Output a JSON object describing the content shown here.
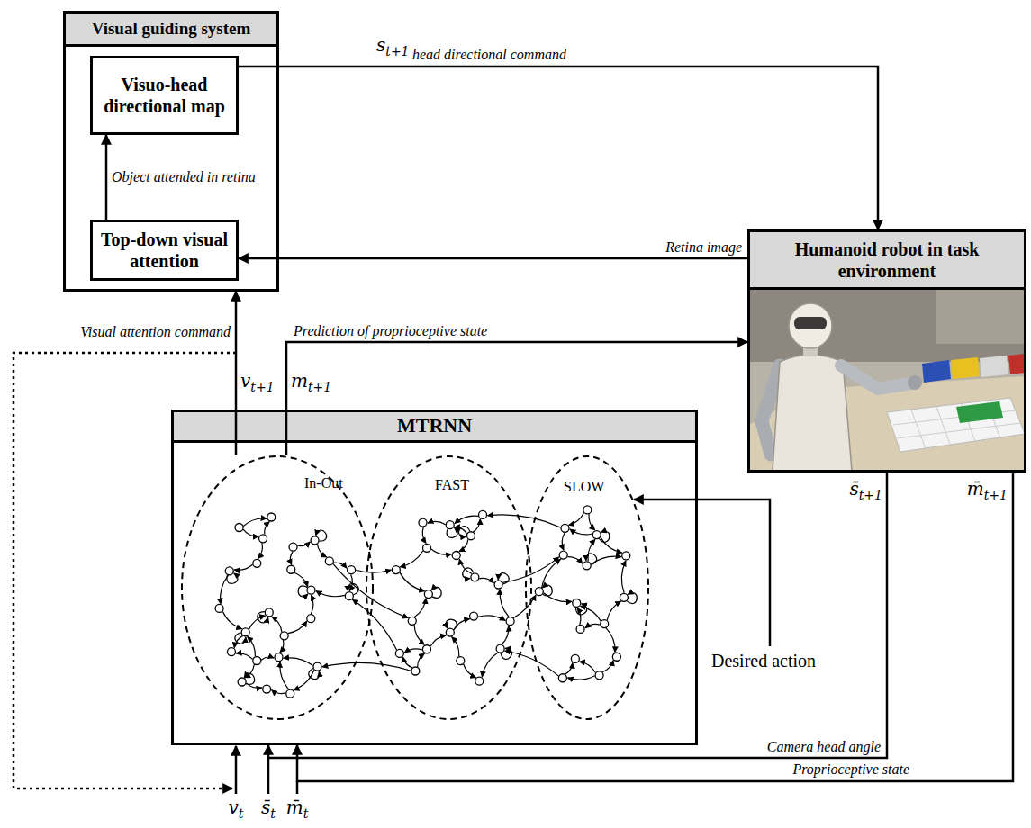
{
  "diagram": {
    "nodes": [
      {
        "text": [
          "Visual guiding system"
        ]
      },
      {
        "text": [
          "Visuo-head directional map"
        ],
        "in": 0
      },
      {
        "text": [
          "Top-down visual attention"
        ],
        "in": 0
      },
      {
        "text": [
          "Humanoid robot in task environment"
        ]
      },
      {
        "text": [
          "MTRNN"
        ]
      },
      {
        "text": [
          "In-Out"
        ],
        "in": 4
      },
      {
        "text": [
          "FAST"
        ],
        "in": 4
      },
      {
        "text": [
          "SLOW"
        ],
        "in": 4
      }
    ],
    "edges": [
      {
        "from": 2,
        "to": 1,
        "arrow": "to",
        "label": "Object attended in retina"
      },
      {
        "from": 1,
        "to": 3,
        "arrow": "to",
        "label": "head directional command"
      },
      {
        "from": 3,
        "to": 2,
        "arrow": "to",
        "label": "Retina image"
      },
      {
        "from": 5,
        "to": 0,
        "arrow": "to",
        "label": "Visual attention command"
      },
      {
        "from": 5,
        "to": 3,
        "arrow": "to",
        "label": "Prediction of proprioceptive state"
      },
      {
        "from": 3,
        "to": 4,
        "arrow": "to",
        "label": "Camera head angle"
      },
      {
        "from": 3,
        "to": 4,
        "arrow": "to",
        "label": "Proprioceptive state"
      }
    ],
    "labels": [
      "st+1",
      "vt+1",
      "mt+1",
      "s̄t+1",
      "m̄t+1",
      "vt",
      "s̄t",
      "m̄t",
      "Desired action"
    ]
  }
}
